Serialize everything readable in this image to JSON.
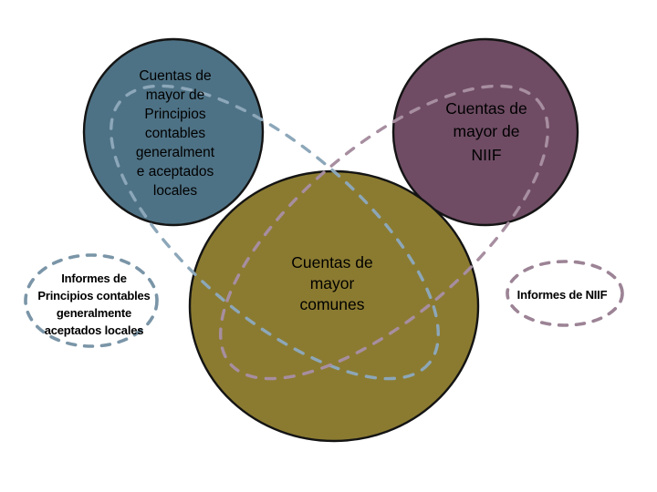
{
  "background": "#ffffff",
  "outline_color": "#141414",
  "text_color": "#000000",
  "circles": {
    "local_accounts": {
      "lines": [
        "Cuentas de",
        "mayor de",
        "Principios",
        "contables",
        "generalment",
        "e aceptados",
        "locales"
      ],
      "fill": "#4e7285"
    },
    "niif_accounts": {
      "lines": [
        "Cuentas de",
        "mayor de",
        "NIIF"
      ],
      "fill": "#6f4c64"
    },
    "common_accounts": {
      "lines": [
        "Cuentas de",
        "mayor",
        "comunes"
      ],
      "fill": "#8b7b31"
    }
  },
  "callouts": {
    "local_reports": {
      "lines": [
        "Informes de",
        "Principios contables",
        "generalmente",
        "aceptados locales"
      ],
      "stroke": "#7a95a7"
    },
    "niif_reports": {
      "label": "Informes de NIIF",
      "stroke": "#9c8395"
    }
  },
  "connectors": {
    "local_flow": {
      "stroke": "#8ca7b9"
    },
    "niif_flow": {
      "stroke": "#a78ea0"
    }
  }
}
